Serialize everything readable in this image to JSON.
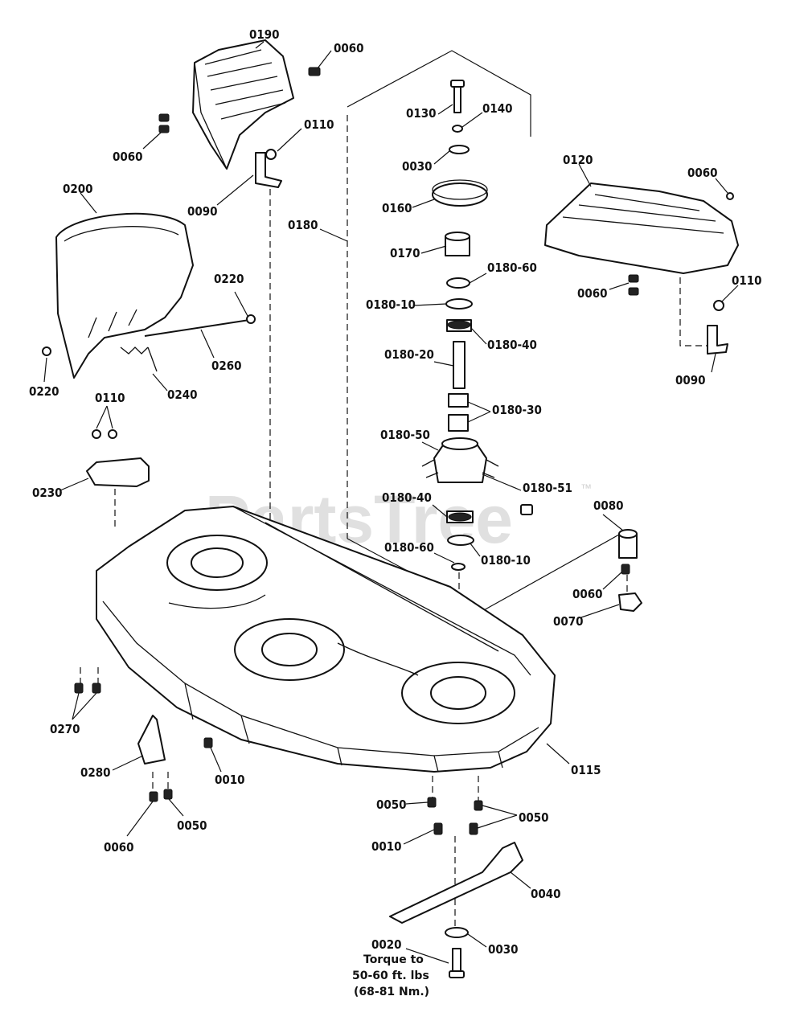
{
  "watermark": {
    "text": "PartsTree",
    "mark": "™"
  },
  "labels": [
    {
      "id": "l-0190",
      "text": "0190"
    },
    {
      "id": "l-0060-a",
      "text": "0060"
    },
    {
      "id": "l-0060-b",
      "text": "0060"
    },
    {
      "id": "l-0110-a",
      "text": "0110"
    },
    {
      "id": "l-0090-a",
      "text": "0090"
    },
    {
      "id": "l-0200",
      "text": "0200"
    },
    {
      "id": "l-0220-a",
      "text": "0220"
    },
    {
      "id": "l-0260",
      "text": "0260"
    },
    {
      "id": "l-0220-b",
      "text": "0220"
    },
    {
      "id": "l-0240",
      "text": "0240"
    },
    {
      "id": "l-0110-b",
      "text": "0110"
    },
    {
      "id": "l-0230",
      "text": "0230"
    },
    {
      "id": "l-0180",
      "text": "0180"
    },
    {
      "id": "l-0130",
      "text": "0130"
    },
    {
      "id": "l-0140",
      "text": "0140"
    },
    {
      "id": "l-0030-a",
      "text": "0030"
    },
    {
      "id": "l-0160",
      "text": "0160"
    },
    {
      "id": "l-0170",
      "text": "0170"
    },
    {
      "id": "l-0180-60-a",
      "text": "0180-60"
    },
    {
      "id": "l-0180-10-a",
      "text": "0180-10"
    },
    {
      "id": "l-0180-40-a",
      "text": "0180-40"
    },
    {
      "id": "l-0180-20",
      "text": "0180-20"
    },
    {
      "id": "l-0180-30",
      "text": "0180-30"
    },
    {
      "id": "l-0180-50",
      "text": "0180-50"
    },
    {
      "id": "l-0180-51",
      "text": "0180-51"
    },
    {
      "id": "l-0180-40-b",
      "text": "0180-40"
    },
    {
      "id": "l-0180-60-b",
      "text": "0180-60"
    },
    {
      "id": "l-0180-10-b",
      "text": "0180-10"
    },
    {
      "id": "l-0120",
      "text": "0120"
    },
    {
      "id": "l-0060-c",
      "text": "0060"
    },
    {
      "id": "l-0060-d",
      "text": "0060"
    },
    {
      "id": "l-0110-c",
      "text": "0110"
    },
    {
      "id": "l-0090-b",
      "text": "0090"
    },
    {
      "id": "l-0080",
      "text": "0080"
    },
    {
      "id": "l-0060-e",
      "text": "0060"
    },
    {
      "id": "l-0070",
      "text": "0070"
    },
    {
      "id": "l-0270",
      "text": "0270"
    },
    {
      "id": "l-0280",
      "text": "0280"
    },
    {
      "id": "l-0010-a",
      "text": "0010"
    },
    {
      "id": "l-0060-f",
      "text": "0060"
    },
    {
      "id": "l-0050-a",
      "text": "0050"
    },
    {
      "id": "l-0115",
      "text": "0115"
    },
    {
      "id": "l-0050-b",
      "text": "0050"
    },
    {
      "id": "l-0050-c",
      "text": "0050"
    },
    {
      "id": "l-0010-b",
      "text": "0010"
    },
    {
      "id": "l-0040",
      "text": "0040"
    },
    {
      "id": "l-0030-b",
      "text": "0030"
    },
    {
      "id": "l-0020",
      "text": "0020"
    }
  ],
  "torque_note": [
    "Torque to",
    "50-60 ft. lbs",
    "(68-81 Nm.)"
  ]
}
